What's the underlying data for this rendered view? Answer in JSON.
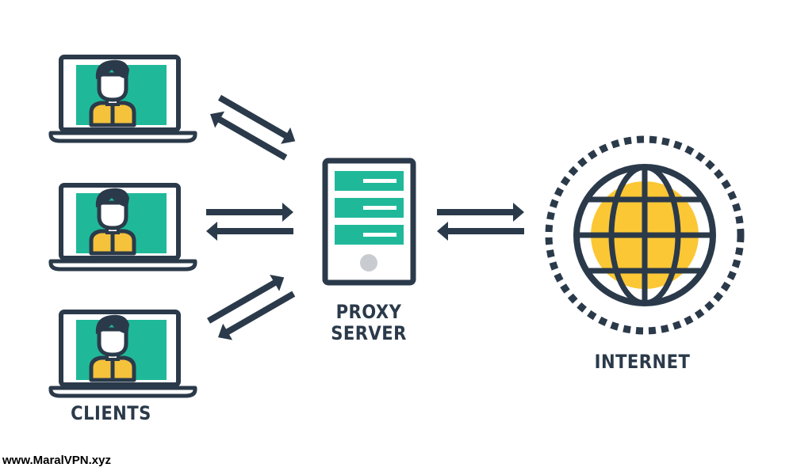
{
  "labels": {
    "clients": "CLIENTS",
    "proxy_line1": "PROXY",
    "proxy_line2": "SERVER",
    "internet": "INTERNET"
  },
  "watermark": "www.MaralVPN.xyz",
  "colors": {
    "outline": "#2b3a4a",
    "screen": "#1fb99a",
    "shirt": "#f5c23c",
    "globe_fill": "#fcc735",
    "server_button": "#c8ccd0",
    "background": "#ffffff"
  },
  "icons": {
    "client": "laptop-user-icon",
    "server": "server-rack-icon",
    "internet": "globe-icon",
    "link": "bidirectional-arrows-icon"
  }
}
